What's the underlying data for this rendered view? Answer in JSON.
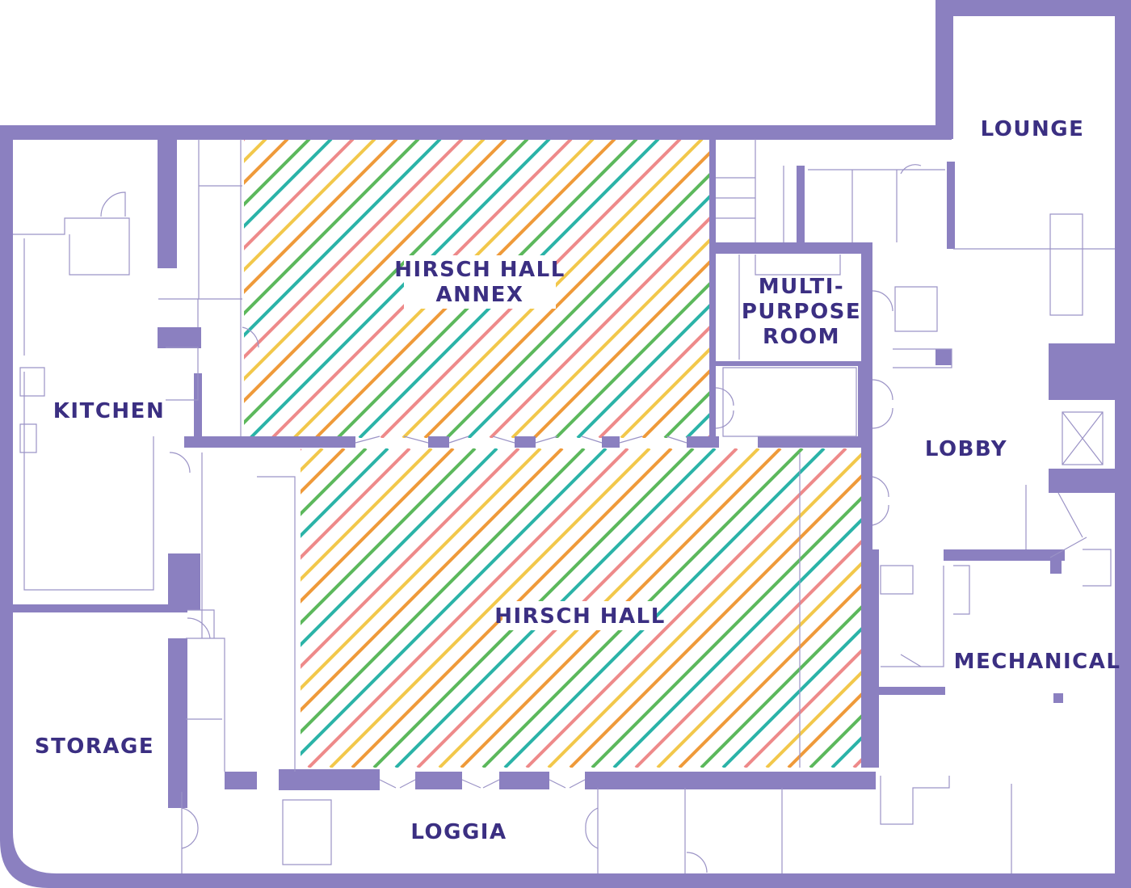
{
  "colors": {
    "wall": "#8b80c0",
    "label": "#3b2f82",
    "stripe_pink": "#ee8a8a",
    "stripe_orange": "#ef9a3a",
    "stripe_yellow": "#f2c84b",
    "stripe_green": "#5cb85c",
    "stripe_teal": "#2bb3a8"
  },
  "rooms": {
    "lounge": "LOUNGE",
    "kitchen": "KITCHEN",
    "annex_line1": "HIRSCH HALL",
    "annex_line2": "ANNEX",
    "multi_line1": "MULTI-",
    "multi_line2": "PURPOSE",
    "multi_line3": "ROOM",
    "lobby": "LOBBY",
    "hall": "HIRSCH HALL",
    "mechanical": "MECHANICAL",
    "storage": "STORAGE",
    "loggia": "LOGGIA"
  }
}
